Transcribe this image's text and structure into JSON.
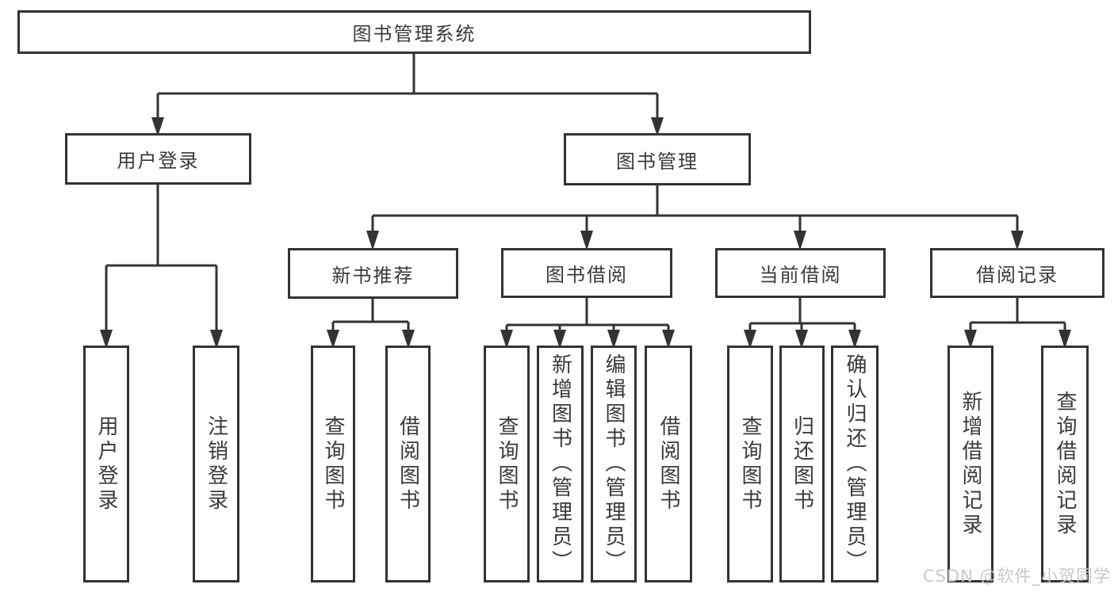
{
  "diagram": {
    "root": {
      "label": "图书管理系统",
      "children": [
        {
          "label": "用户登录",
          "children": [
            {
              "label": "用户登录"
            },
            {
              "label": "注销登录"
            }
          ]
        },
        {
          "label": "图书管理",
          "children": [
            {
              "label": "新书推荐",
              "children": [
                {
                  "label": "查询图书"
                },
                {
                  "label": "借阅图书"
                }
              ]
            },
            {
              "label": "图书借阅",
              "children": [
                {
                  "label": "查询图书"
                },
                {
                  "label": "新增图书（管理员）"
                },
                {
                  "label": "编辑图书（管理员）"
                },
                {
                  "label": "借阅图书"
                }
              ]
            },
            {
              "label": "当前借阅",
              "children": [
                {
                  "label": "查询图书"
                },
                {
                  "label": "归还图书"
                },
                {
                  "label": "确认归还（管理员）"
                }
              ]
            },
            {
              "label": "借阅记录",
              "children": [
                {
                  "label": "新增借阅记录"
                },
                {
                  "label": "查询借阅记录"
                }
              ]
            }
          ]
        }
      ]
    }
  },
  "watermark": "CSDN @软件_小贺同学",
  "colors": {
    "line": "#333333",
    "text": "#3a3a3a",
    "watermark": "#c9c9c9",
    "background": "#ffffff"
  }
}
